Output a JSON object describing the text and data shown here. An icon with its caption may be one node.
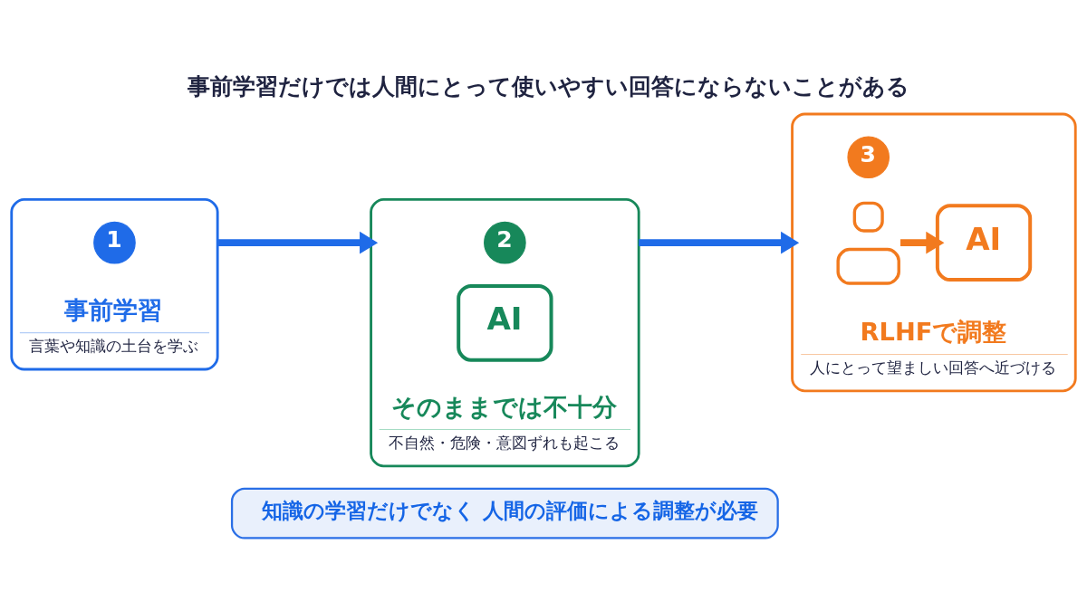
{
  "diagram": {
    "title": "事前学習だけでは人間にとって使いやすい回答にならないことがある",
    "nodes": [
      {
        "text": [
          "事前学習",
          "言葉や知識の土台を学ぶ"
        ]
      },
      {
        "text": [
          "1"
        ],
        "in": 0
      },
      {
        "text": [
          "そのままでは不十分",
          "不自然・危険・意図ずれも起こる"
        ]
      },
      {
        "text": [
          "2"
        ],
        "in": 2
      },
      {
        "text": [
          "AI"
        ],
        "in": 2
      },
      {
        "text": [
          "RLHFで調整",
          "人にとって望ましい回答へ近づける"
        ]
      },
      {
        "text": [
          "3"
        ],
        "in": 5
      },
      {
        "text": [],
        "shape": "person",
        "in": 5
      },
      {
        "text": [
          "AI"
        ],
        "in": 5
      },
      {
        "text": [
          "知識の学習だけでなく 人間の評価による調整が必要"
        ]
      }
    ],
    "edges": [
      {
        "from": 0,
        "to": 2,
        "arrow": "to"
      },
      {
        "from": 2,
        "to": 5,
        "arrow": "to"
      },
      {
        "from": 7,
        "to": 8,
        "arrow": "to",
        "color": "#f27a1e"
      }
    ]
  }
}
